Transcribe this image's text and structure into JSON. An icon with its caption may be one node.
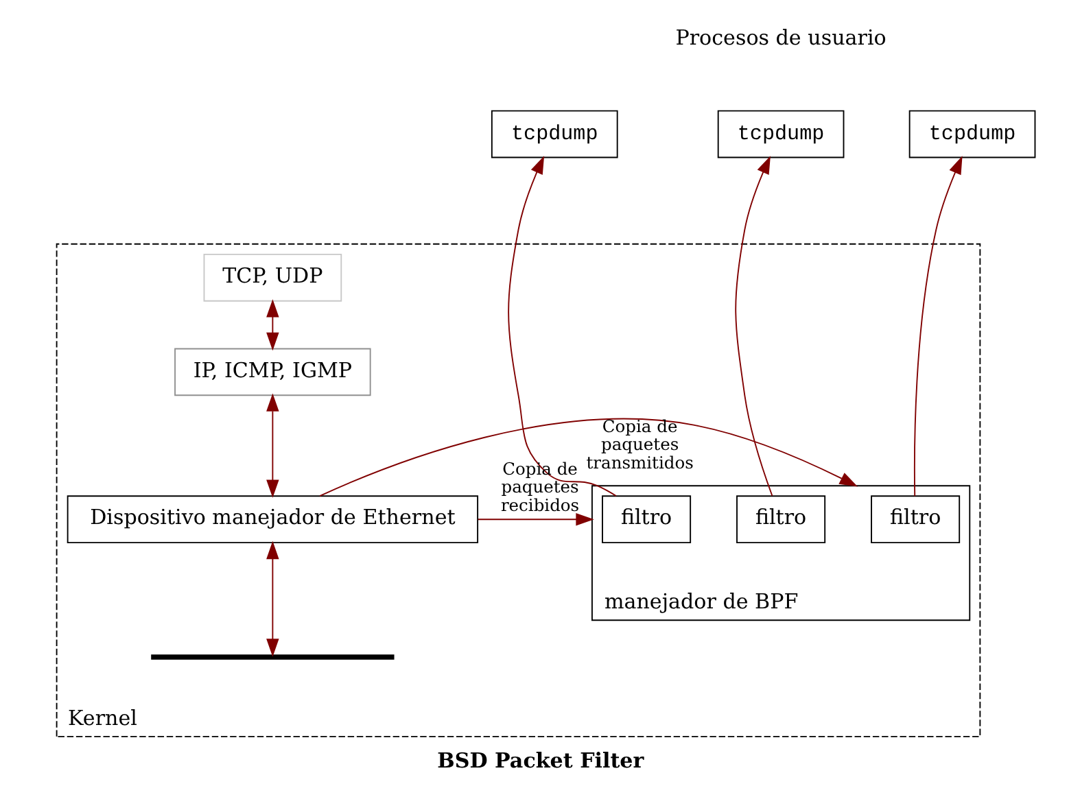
{
  "diagram": {
    "title": "BSD Packet Filter",
    "nodes": [
      {
        "text": [
          "Kernel"
        ]
      },
      {
        "text": [
          "tcpdump"
        ]
      },
      {
        "text": [
          "tcpdump"
        ]
      },
      {
        "text": [
          "tcpdump"
        ]
      },
      {
        "text": [
          "manejador de BPF"
        ],
        "in": 0
      },
      {
        "text": [
          "filtro"
        ],
        "in": 4
      },
      {
        "text": [
          "filtro"
        ],
        "in": 4
      },
      {
        "text": [
          "filtro"
        ],
        "in": 4
      },
      {
        "text": [
          "TCP, UDP"
        ],
        "in": 0
      },
      {
        "text": [
          "IP, ICMP, IGMP"
        ],
        "in": 0
      },
      {
        "text": [
          "Dispositivo manejador de Ethernet"
        ],
        "in": 0
      },
      {
        "text": [],
        "shape": "bar",
        "in": 0
      }
    ],
    "edges": [
      {
        "from": 5,
        "to": 1,
        "arrow": "to"
      },
      {
        "from": 6,
        "to": 2,
        "arrow": "to"
      },
      {
        "from": 7,
        "to": 3,
        "arrow": "to"
      },
      {
        "from": 10,
        "to": 4,
        "arrow": "to",
        "label": "Copia de paquetes recibidos"
      },
      {
        "from": 10,
        "to": 4,
        "arrow": "to",
        "label": "Copia de paquetes transmitidos"
      },
      {
        "from": 8,
        "to": 9,
        "arrow": "both"
      },
      {
        "from": 9,
        "to": 10,
        "arrow": "both"
      },
      {
        "from": 10,
        "to": 11,
        "arrow": "both"
      }
    ],
    "labels": [
      "Procesos de usuario"
    ]
  }
}
